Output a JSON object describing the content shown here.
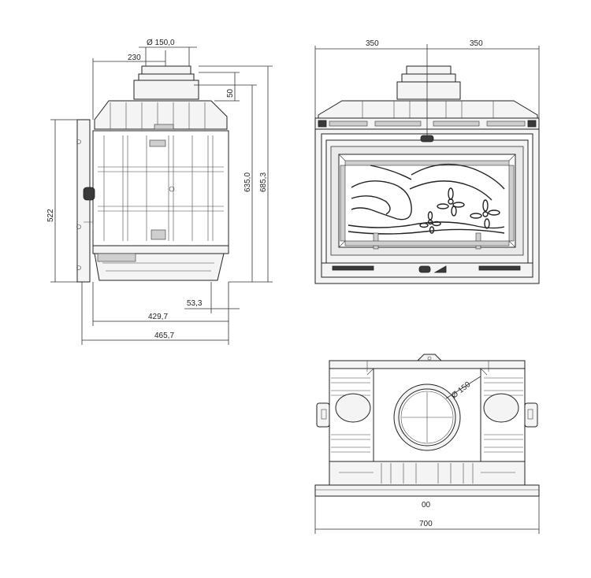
{
  "side_view": {
    "flue_diameter": "Ø 150,0",
    "flue_offset": "230",
    "collar_height": "50",
    "body_height": "635,0",
    "total_height": "685,3",
    "front_height": "522",
    "front_projection": "53,3",
    "depth": "429,7",
    "total_depth": "465,7"
  },
  "front_view": {
    "half_width_left": "350",
    "half_width_right": "350"
  },
  "top_view": {
    "flue_diameter": "Ø 150",
    "axis_mark": "00",
    "total_width": "700"
  }
}
